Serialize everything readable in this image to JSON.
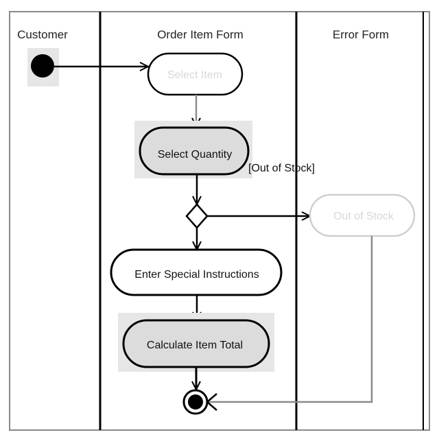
{
  "swimlanes": [
    {
      "title": "Customer"
    },
    {
      "title": "Order Item Form"
    },
    {
      "title": "Error Form"
    }
  ],
  "activities": {
    "select_item": "Select Item",
    "select_quantity": "Select Quantity",
    "out_of_stock": "Out of Stock",
    "special_instructions": "Enter Special Instructions",
    "calculate_total": "Calculate Item Total"
  },
  "guard": "[Out of Stock]",
  "colors": {
    "line": "#000000",
    "highlight": "#dcdcdc",
    "faint_text": "#d8d8d8",
    "shaded_bg": "#e6e6e6"
  }
}
